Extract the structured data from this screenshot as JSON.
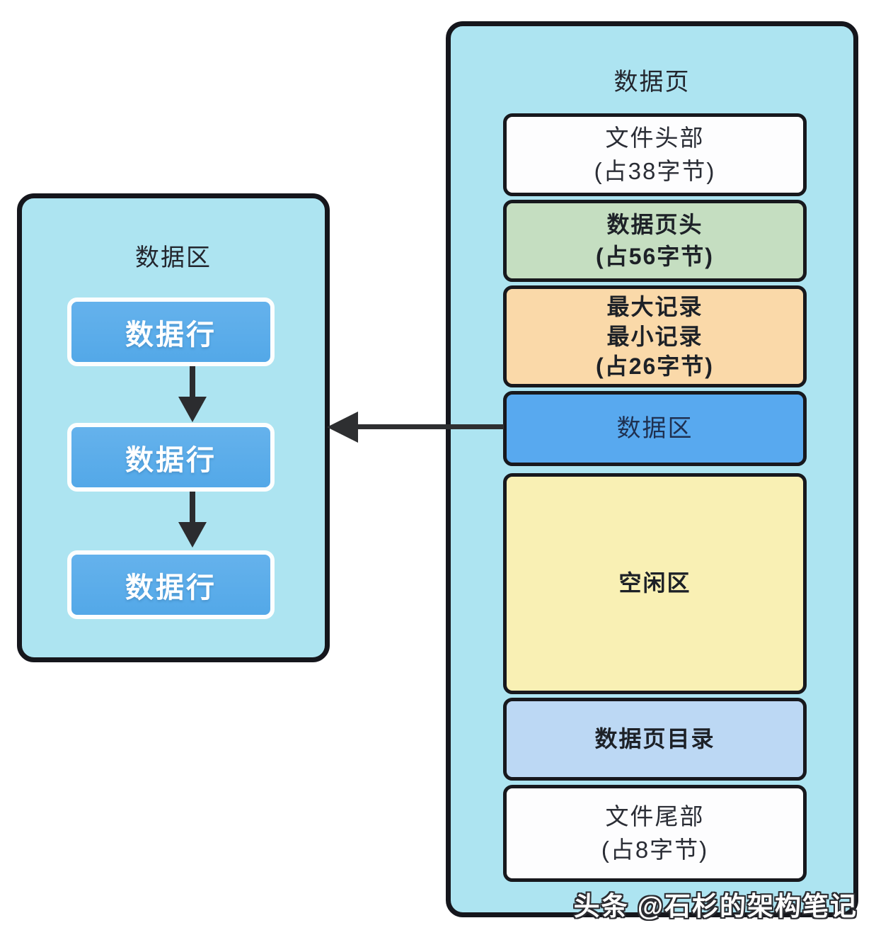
{
  "diagram": {
    "right_panel": {
      "title": "数据页",
      "segments": [
        {
          "name": "file-header",
          "bg": "#fdfdfe",
          "lines": [
            "文件头部",
            "(占38字节)"
          ]
        },
        {
          "name": "page-header",
          "bg": "#c5dec1",
          "lines": [
            "数据页头",
            "(占56字节)"
          ]
        },
        {
          "name": "min-max-records",
          "bg": "#fad9a9",
          "lines": [
            "最大记录",
            "最小记录",
            "(占26字节)"
          ]
        },
        {
          "name": "data-area",
          "bg": "#58a9ef",
          "lines": [
            "数据区"
          ]
        },
        {
          "name": "free-area",
          "bg": "#f9f0b4",
          "lines": [
            "空闲区"
          ]
        },
        {
          "name": "page-directory",
          "bg": "#bcd8f4",
          "lines": [
            "数据页目录"
          ]
        },
        {
          "name": "file-trailer",
          "bg": "#fdfdfe",
          "lines": [
            "文件尾部",
            "(占8字节)"
          ]
        }
      ]
    },
    "left_panel": {
      "title": "数据区",
      "rows": [
        {
          "label": "数据行"
        },
        {
          "label": "数据行"
        },
        {
          "label": "数据行"
        }
      ],
      "row_color": "#58abe9"
    },
    "watermark": "头条 @石杉的架构笔记",
    "colors": {
      "panel_background": "#ade4f1",
      "panel_border": "#15161c",
      "arrow": "#2e2f31",
      "text_dark": "#1d2127",
      "text_navy": "#1f3050",
      "text_white": "#ffffff"
    }
  }
}
